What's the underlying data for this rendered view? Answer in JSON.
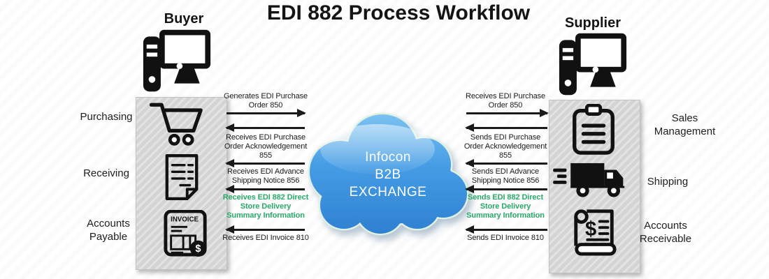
{
  "title": "EDI 882 Process Workflow",
  "buyer": {
    "label": "Buyer"
  },
  "supplier": {
    "label": "Supplier"
  },
  "left_departments": [
    "Purchasing",
    "Receiving",
    "Accounts Payable"
  ],
  "right_departments": [
    "Sales Management",
    "Shipping",
    "Accounts Receivable"
  ],
  "cloud": {
    "line1": "Infocon",
    "line2": "B2B",
    "line3": "EXCHANGE"
  },
  "flows": {
    "left": [
      {
        "text": "Generates EDI Purchase Order 850",
        "direction": "to-cloud",
        "highlight": false
      },
      {
        "text": "Receives EDI Purchase Order Acknowledgement 855",
        "direction": "to-buyer",
        "highlight": false
      },
      {
        "text": "Receives EDI Advance Shipping Notice 856",
        "direction": "to-buyer",
        "highlight": false
      },
      {
        "text": "Receives EDI 882 Direct Store Delivery Summary Information",
        "direction": "to-buyer",
        "highlight": true
      },
      {
        "text": "Receives EDI Invoice 810",
        "direction": "to-buyer",
        "highlight": false
      }
    ],
    "right": [
      {
        "text": "Receives EDI Purchase Order 850",
        "direction": "to-supplier",
        "highlight": false
      },
      {
        "text": "Sends EDI Purchase Order Acknowledgement 855",
        "direction": "to-cloud",
        "highlight": false
      },
      {
        "text": "Sends EDI Advance Shipping Notice 856",
        "direction": "to-cloud",
        "highlight": false
      },
      {
        "text": "Sends EDI 882 Direct Store Delivery Summary Information",
        "direction": "to-cloud",
        "highlight": true
      },
      {
        "text": "Sends EDI Invoice 810",
        "direction": "to-cloud",
        "highlight": false
      }
    ]
  },
  "icons": {
    "invoice_label": "INVOICE",
    "dollar": "$"
  },
  "colors": {
    "accent_green": "#29a968",
    "cloud_blue_top": "#7fc5f3",
    "cloud_blue_bottom": "#2e7fd0",
    "panel_gray": "#d8d8d8",
    "ink": "#1a1a1a"
  }
}
